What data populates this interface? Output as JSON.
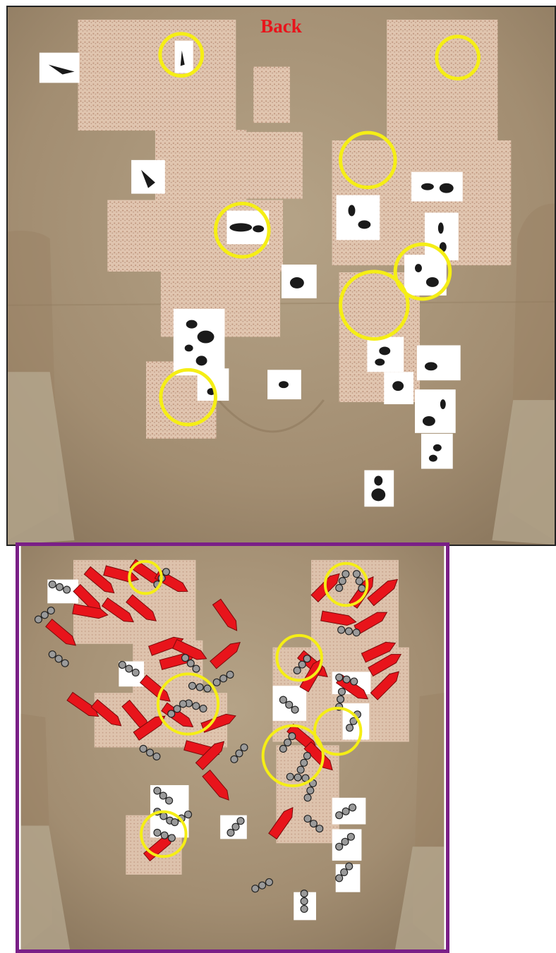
{
  "top_panel": {
    "label": "Back",
    "label_color": "#e8141b",
    "border_color": "#222222"
  },
  "bottom_panel": {
    "border_color": "#7a1f87"
  },
  "colors": {
    "cloth": "#a89478",
    "bloodstain_patch": "#e8cdb8",
    "bloodstain_texture": "#8b5038",
    "silhouette_patch": "#ffffff",
    "silhouette_ink": "#1a1a1a",
    "highlight_circle": "#f5ee15",
    "direction_arrow": "#e8141b",
    "droplet_chain": "#8f8f8f"
  },
  "icons": [
    "highlight-circle",
    "direction-arrow",
    "droplet-chain",
    "bloodstain-silhouette"
  ]
}
